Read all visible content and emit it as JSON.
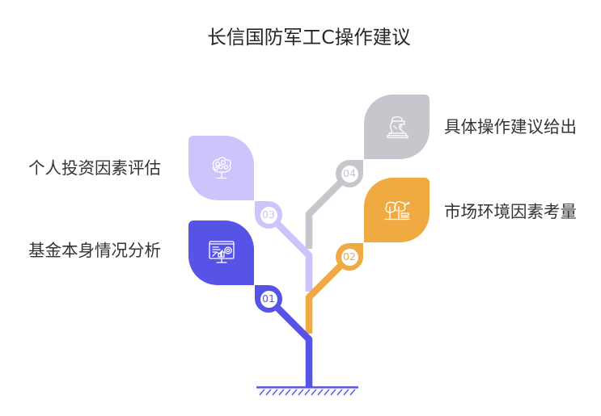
{
  "title": "长信国防军工C操作建议",
  "colors": {
    "blue": "#5653e6",
    "orange": "#f0aa42",
    "lavender": "#ccc5fb",
    "gray": "#c5c7cc",
    "text": "#333333",
    "ground": "#5653e6"
  },
  "steps": [
    {
      "number": "01",
      "label": "基金本身情况分析",
      "icon": "monitor-chart-icon",
      "color": "#5653e6",
      "side": "left"
    },
    {
      "number": "02",
      "label": "市场环境因素考量",
      "icon": "trees-bench-icon",
      "color": "#f0aa42",
      "side": "right"
    },
    {
      "number": "03",
      "label": "个人投资因素评估",
      "icon": "money-tree-icon",
      "color": "#ccc5fb",
      "side": "left"
    },
    {
      "number": "04",
      "label": "具体操作建议给出",
      "icon": "chess-knight-icon",
      "color": "#c5c7cc",
      "side": "right"
    }
  ]
}
